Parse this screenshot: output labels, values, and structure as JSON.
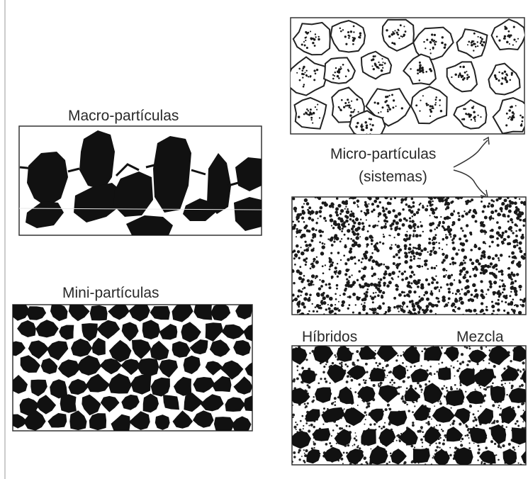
{
  "labels": {
    "macro": "Macro-partículas",
    "mini": "Mini-partículas",
    "micro": "Micro-partículas",
    "micro_sub": "(sistemas)",
    "hibridos": "Híbridos",
    "mezcla": "Mezcla"
  },
  "colors": {
    "ink": "#111111",
    "border": "#333333",
    "dot": "#1a1a1a",
    "background": "#ffffff"
  }
}
